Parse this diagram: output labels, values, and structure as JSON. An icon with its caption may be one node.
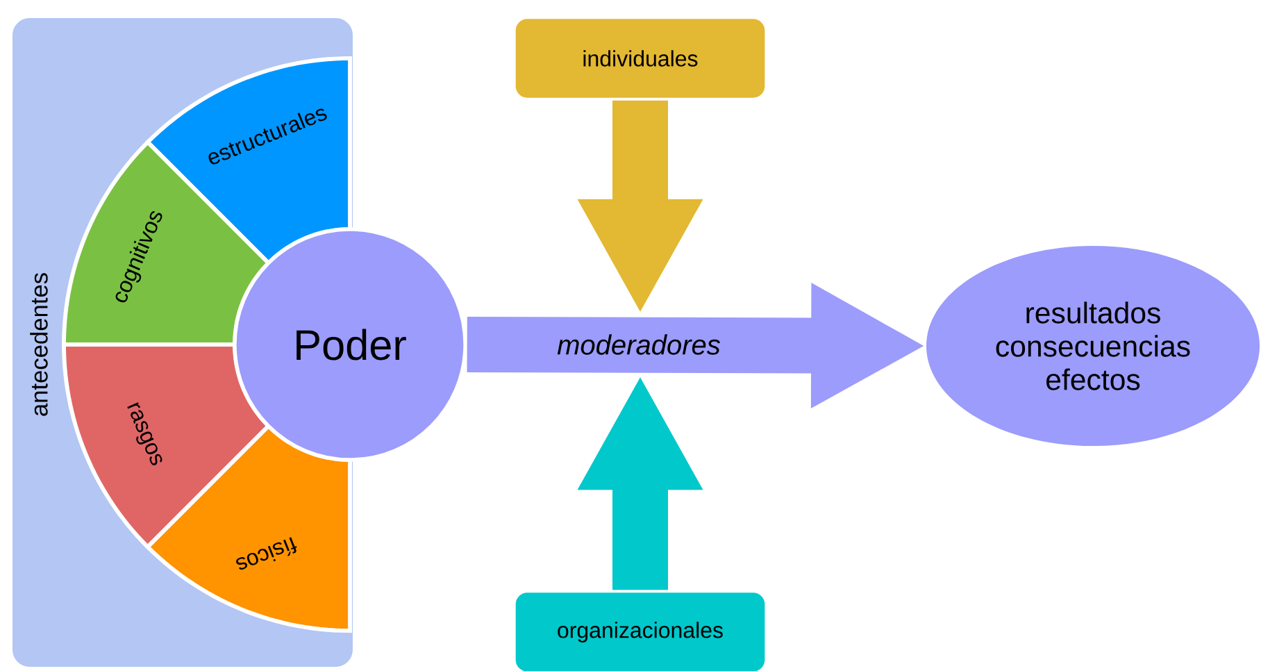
{
  "diagram": {
    "nodes": [
      {
        "text": [
          "antecedentes"
        ]
      },
      {
        "text": [
          "estructurales"
        ],
        "in": 0
      },
      {
        "text": [
          "cognitivos"
        ],
        "in": 0
      },
      {
        "text": [
          "rasgos"
        ],
        "in": 0
      },
      {
        "text": [
          "físicos"
        ],
        "in": 0
      },
      {
        "text": [
          "Poder"
        ]
      },
      {
        "text": [
          "individuales"
        ]
      },
      {
        "text": [
          "organizacionales"
        ]
      },
      {
        "text": [
          "resultados consecuencias efectos"
        ]
      }
    ],
    "edges": [
      {
        "from": 5,
        "to": 8,
        "arrow": "to",
        "label": "moderadores",
        "color": "#9b9cfb"
      },
      {
        "from": 6,
        "to": null,
        "arrow": "to",
        "color": "#e3b832"
      },
      {
        "from": 7,
        "to": null,
        "arrow": "to",
        "color": "#00c8cb"
      }
    ]
  }
}
